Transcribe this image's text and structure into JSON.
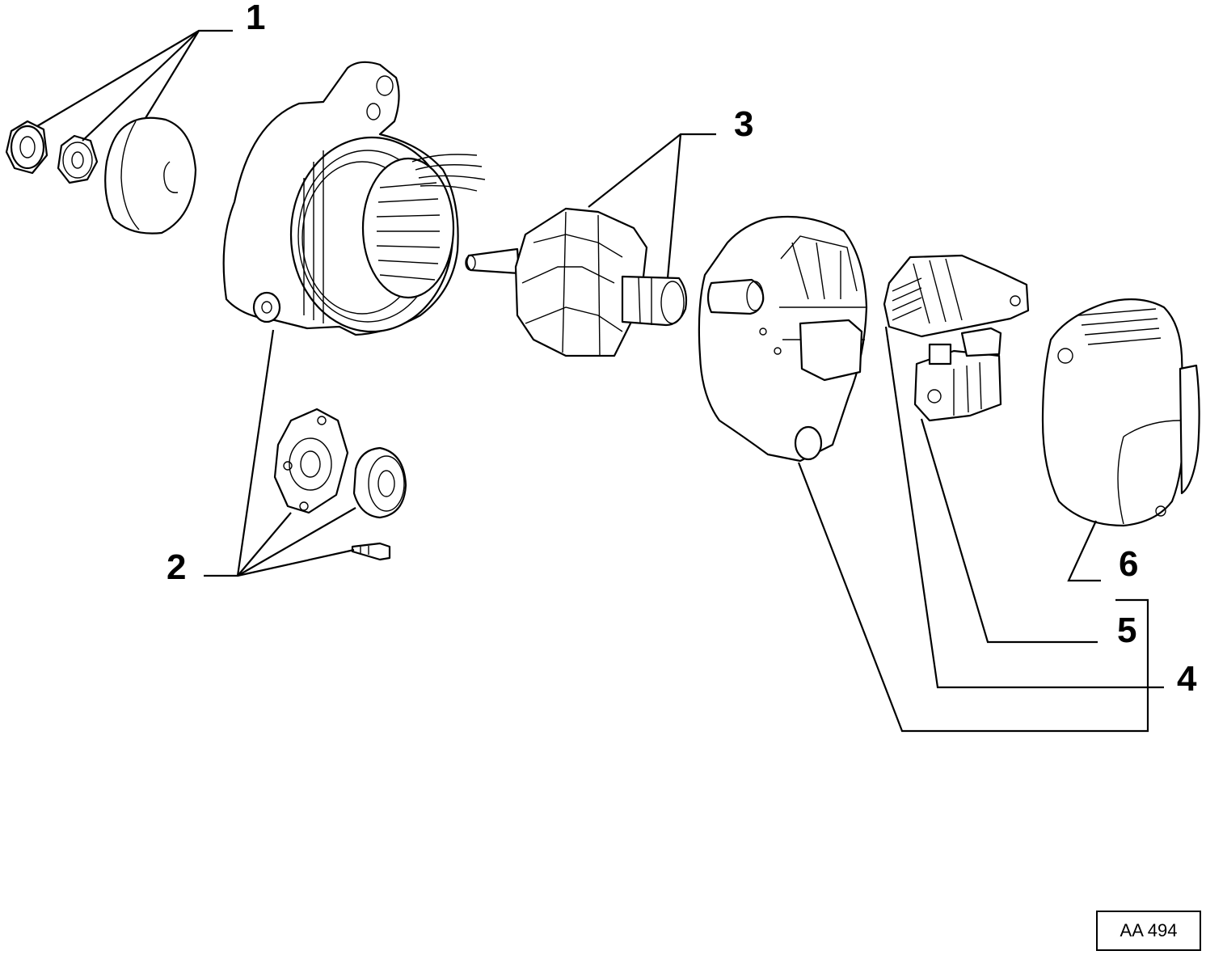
{
  "callouts": [
    {
      "id": "1",
      "label": "1"
    },
    {
      "id": "2",
      "label": "2"
    },
    {
      "id": "3",
      "label": "3"
    },
    {
      "id": "4",
      "label": "4"
    },
    {
      "id": "5",
      "label": "5"
    },
    {
      "id": "6",
      "label": "6"
    }
  ],
  "reference_code": "AA 494",
  "colors": {
    "ink": "#000000",
    "paper": "#ffffff"
  }
}
